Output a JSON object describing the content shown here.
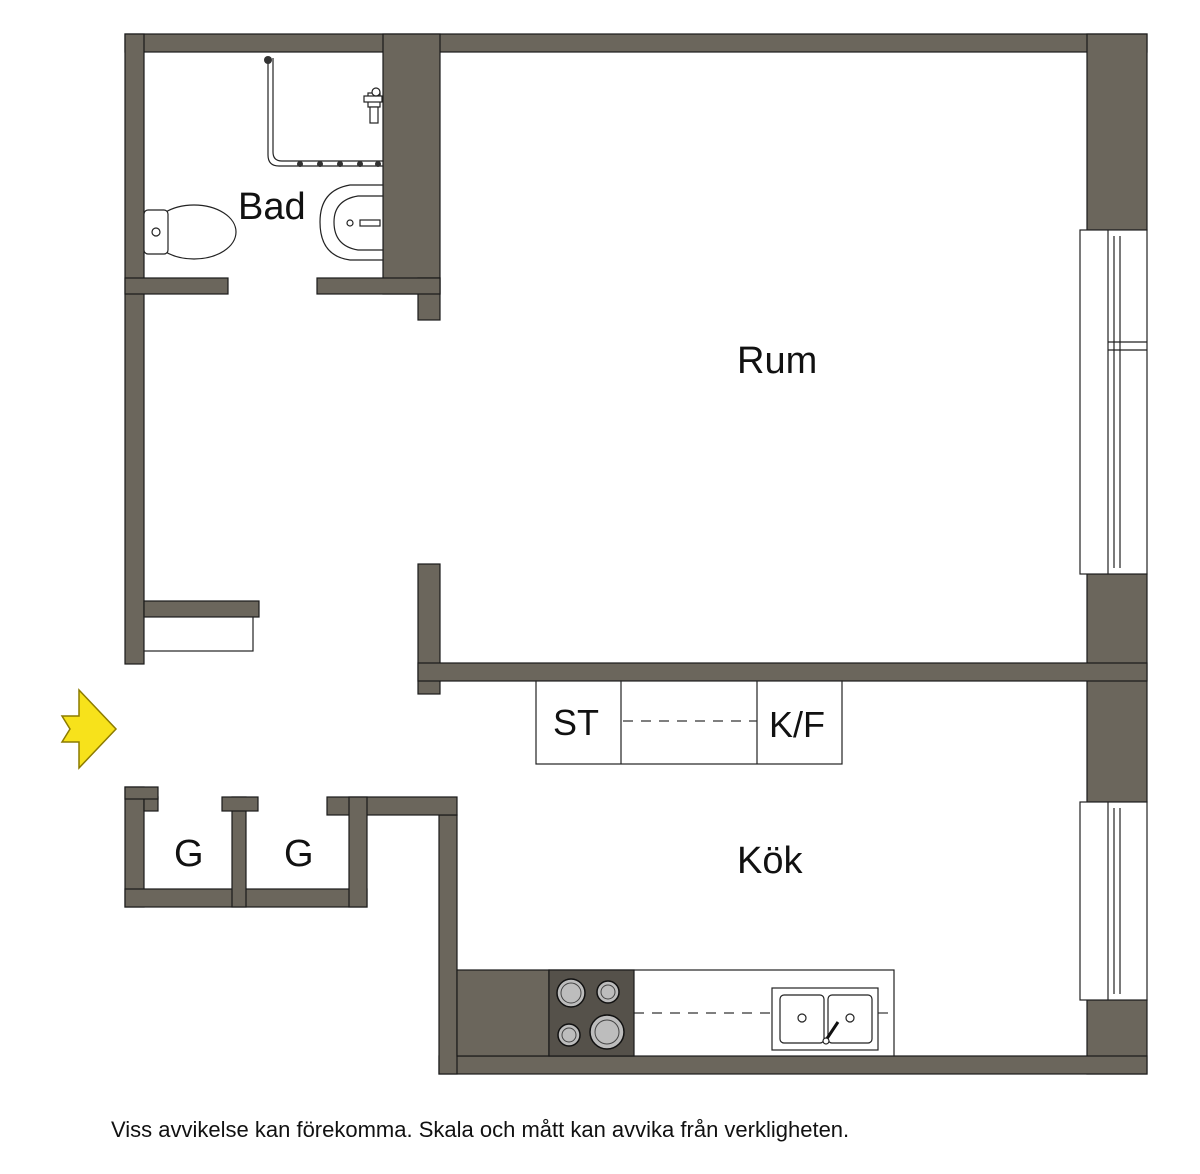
{
  "rooms": {
    "bad": "Bad",
    "rum": "Rum",
    "kok": "Kök",
    "closet_1": "G",
    "closet_2": "G"
  },
  "appliances": {
    "st": "ST",
    "kf": "K/F"
  },
  "footer": "Viss avvikelse kan förekomma. Skala och mått kan avvika från verkligheten.",
  "colors": {
    "wall": "#6b665c",
    "entrance_arrow": "#f7e21b",
    "stove": "#55514a"
  },
  "icons": [
    "entrance-arrow-icon",
    "toilet-icon",
    "washbasin-icon",
    "shower-icon",
    "stove-icon",
    "sink-icon"
  ]
}
